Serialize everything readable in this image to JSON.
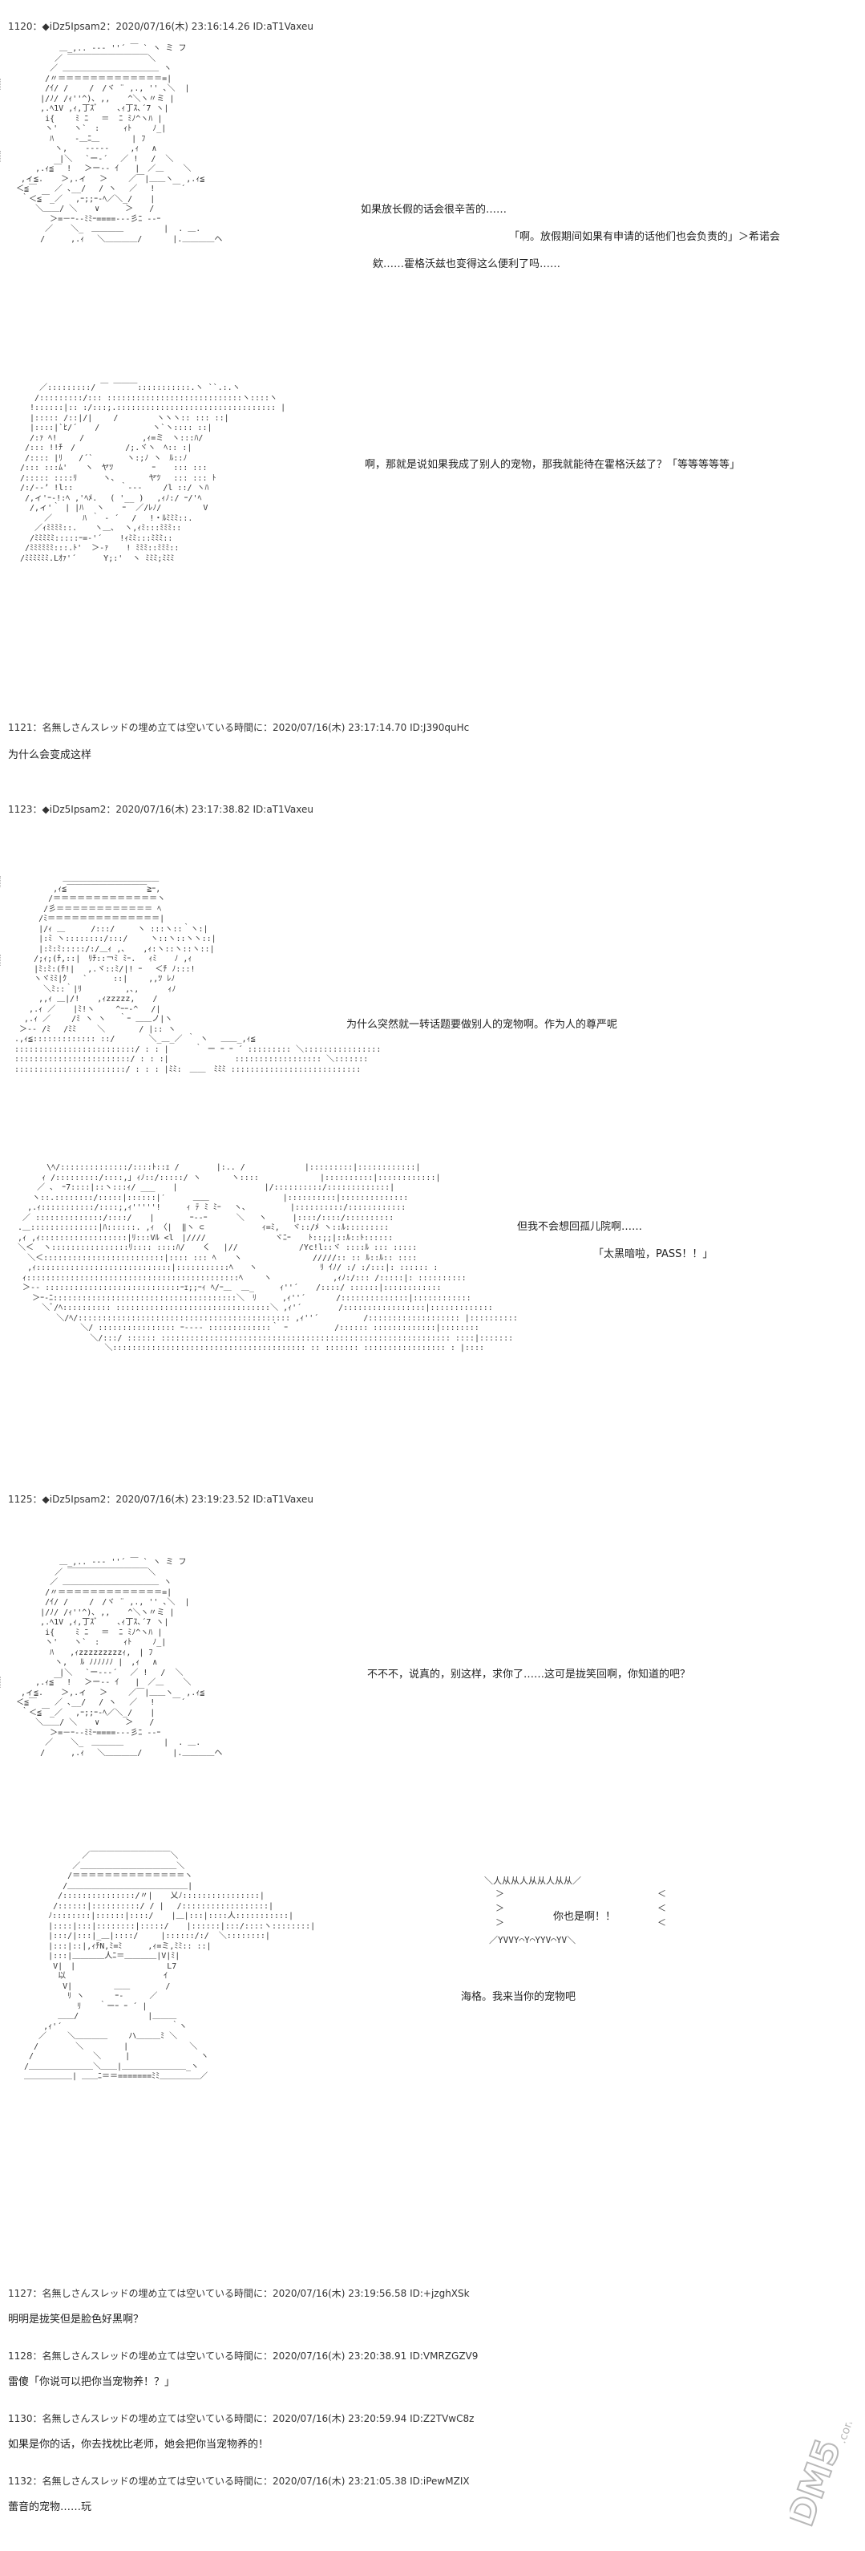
{
  "posts": [
    {
      "header": "1120：◆iDz5Ipsam2：2020/07/16(木) 23:16:14.26 ID:aT1Vaxeu",
      "aa1_lines": [
        "         ＿_,.. -‐‐ ''´ ￣ ` ヽ ミ フ",
        "        ／ ￣￣￣￣￣￣￣￣￣￣＼",
        "       ／ ＿＿＿＿＿＿＿＿＿＿＿＿ ヽ",
        "      /〃＝＝＝＝＝＝＝＝＝＝＝＝＝=|",
        "      /ｲ/ /　　 /　/ヾ ¨ ,., '' ､＼  |",
        "     |/ﾉ/ /ｨ''^)､ ,, 　 ^＼ヽ〃ミ |",
        "     ,.ﾍ1V ,ｨ,丁ｽﾞ    ､ｨ丁ｽ､´7 ヽ|",
        "      i{ 　　ﾐ ﾆ　 ＝  ﾆ ﾐﾉ^ヽﾊ |",
        "      ヽ'　　ヽ`　:　　　ｨﾄ　　 ﾉ_|",
        "       ﾊ　　 ‐＿ﾆ＿　　　　| ﾌ",
        "        ヽ,　  ‐‐‐‐‐　　 ,ｨ　 ∧",
        "         |＼ 　`ー‐´　 ／ !　 /  ＼",
        "    ,.ｨ≦￣ !　 ＞ー‐‐ ｲ　　|　／＿    ＼",
        " ,ィ≦. 　 ＞,.ィ　 ＞　 　／￣|＿＿ヽ　 ,.ｨ≦",
        "＜≦￣ 　 ／ ､__/　 / ヽ　 ／　 ! 　 ￣´",
        " ｀＜≦￣_／　 ,ｰ;;ｰ‐ﾍ／＼_/ 　 |",
        "    ＼＿＿/ ＼ 　 ∨　 　 ＞　　/",
        "       ＞=－ｰ‐‐ﾐﾐｰ====--‐彡ﾆ ‐‐ｰ",
        "      ／ 　 ＼_　＿＿＿＿　　　　　|  . ＿.",
        "     /　 　 ,.ｨ　 ＼＿＿＿＿/ 　 　 |.＿＿＿＿ヘ"
      ],
      "dialog1": [
        "如果放长假的话会很辛苦的……",
        "「啊。放假期间如果有申请的话他们也会负责的」＞希诺会",
        "欸……霍格沃兹也变得这么便利了吗……"
      ],
      "aa2_lines": [
        "    ／:::::::::/ ￣ ￣￣￣:::::::::::.ヽ ``.:.ヽ",
        "   /:::::::::/::: ::::::::::::::::::::::::::::ヽ::::ヽ",
        "  !::::::|:: :/:::;.::::::::::::::::::::::::::::::::: |",
        "  |::::: /::|/|　　 /　 　 　 ヽヽヽ:: ::: ::|",
        "  |::::|`ﾋ/´ 　 /　　　　　　 ヽ`ヽ:::: ::|",
        "  /:ｧ ﾍ!  　 /　　　　　　  ,ｨ=ミ　ヽ:::ﾊ/",
        " /::: !!ﾁ　/　　 　　　 /;.ヾヽ　ﾍ:: :|",
        " /:::: |ﾘ　　/´`　 　　 ヽ:;ﾉ ヽ　ﾙ::ﾉ",
        "/::: :::ﾑ' 　 ヽ　ヤﾂ　 　 　 ｰ　  ::: :::",
        "/::::: ::::ﾘ　 　 ヽ、　 　　 ヤﾂ　 ::: ::: ﾄ",
        "/:/-‐’ !l::　 　  　　｀‐‐‐　　 /l ::/ ヽﾊ",
        " /,ィ'ｰ‐!:ﾍ ,'ﾍﾒ.　 ( '__ )　 ,ｨﾉ:/ ｰ/'ﾍ",
        "  /,ィ'｀ | |ﾊ　 ヽ 　 ｰ  ／/ﾚﾉ/　　　　  V",
        "     ／ 　 　 ﾊ ｀ ‐ ´　 /　 !・ﾙﾐﾐﾐ::.",
        "   ／ｨﾐﾐﾐﾐ::. 　 ヽ＿､  ヽ,ｨﾐ:::ﾐﾐﾐ::",
        "  /ﾐﾐﾐﾐﾐ:::::ｰ=‐'´　  !ｨﾐﾐ:::ﾐﾐﾐ::",
        " /ﾐﾐﾐﾐﾐﾐ:::.ﾄ'  ＞-ｧ  　! ﾐﾐﾐ::ﾐﾐﾐ::",
        "/ﾐﾐﾐﾐﾐﾐ.Lｵｧ'´ 　   Y;:'  ヽ ﾐﾐﾐ;ﾐﾐﾐ"
      ],
      "dialog2": [
        "啊，那就是说如果我成了别人的宠物，那我就能待在霍格沃兹了？「等等等等等」"
      ]
    },
    {
      "header": "1121：名無しさんスレッドの埋め立ては空いている時間に：2020/07/16(木) 23:17:14.70 ID:J390quHc",
      "body": "为什么会变成这样"
    },
    {
      "header": "1123：◆iDz5Ipsam2：2020/07/16(木) 23:17:38.82 ID:aT1Vaxeu",
      "aa1_lines": [
        "          ＿＿＿＿＿＿＿＿＿＿＿＿",
        "        ,ｨ≦￣￣￣￣￣￣￣￣￣￣≧ｰ,",
        "       /＝＝＝＝＝＝＝＝＝＝＝＝＝ヽ",
        "      /彡＝＝＝＝＝＝＝＝＝＝＝＝ ﾍ",
        "     /ﾐ＝＝＝＝＝＝＝＝＝＝＝＝＝＝|",
        "     |/ｨ ＿　　  /:::/ 　  ヽ :::ヽ::｀ヽ:|",
        "     |:ﾐ ヽ::::::::/:::/ 　  ヽ::ヽ::ヽヽ::|",
        "     |:ﾐ:ﾐ:::::/:/＿ｨ ,､ 　 ,ｨ:ヽ::ヽ::ヽ::|",
        "    /;ｨ;(ﾁ,::|　ﾘﾁ::￢ﾐ ﾐｰ.　 ｨﾐ 　 ﾉ ,ｨ",
        "    |ﾐ:ﾐ:(ﾁ!|　 ,.ヾ::ﾐ/|! ｰ　 ＜ﾁ ﾉ:::!",
        "    ヽヾﾐﾐ|ｸ　　`　　  ::|　　 ,,ﾂ ﾚﾉ",
        "      ＼ﾐ::｀|ﾘ　 　  　 ,､,　　　 ｨﾉ",
        "     ,,ｨ ＿|/!　  ,ｨzzzzz,　  /",
        "   ,.ｨ ／ 　 |ﾐ!ヽ　　 ^ｰｰ‐^ 　/|",
        "  ,.ｨ ／　　 /ﾐ ヽ ヽ　 ｀ｰ ＿＿ノ|ヽ",
        " ＞-‐ /ﾐ　 /ﾐﾐ 　　＼ 　　　 / |:: ヽ",
        ".,ｨ≦::::::::::::: ::/ 　　　 ＼_＿_／ ｀ ヽ　 ＿＿_,ｨ≦",
        ":::::::::::::::::::::::::/ : : |　 　 ｀ ー ｰ ｰ ´ ::::::::: ＼::::::::::::::::",
        "::::::::::::::::::::::::/ : : :|　　　　　　 　 :::::::::::::::::: ＼:::::::",
        ":::::::::::::::::::::::/ : : : |ﾐﾐ:　＿＿　ﾐﾐﾐ :::::::::::::::::::::::::::"
      ],
      "dialog1": [
        "为什么突然就一转话题要做别人的宠物啊。作为人的尊严呢"
      ],
      "aa2_lines": [
        "        \\ﾍ/::::::::::::::/::::ﾄ::ｪ /　　　　 |:.. /　　　 　　   |:::::::::|::::::::::::|",
        "       ｨ /:::::::::/::::,｣ ｨﾉ::/:::::/ ヽ　　   ヽ::::　　　   　   |::::::::::|::::::::::::|",
        "      ／ ､　ｰ7::::|::ヽ:::ｨ/ ___　  |　　　　　　　　　   |/::::::::::/:::::::::::::|",
        "     ヽ::.::::::::/:::::|::::::|′   　 ＿＿ 　　　　　　　　 |::::::::::|::::::::::::::",
        "    ,.ｨ:::::::::::/::::;,ｨ'''''!　 　 ｨ ﾃ ﾐ ﾐｰ 　ヽ、  　 　  |::::::::::/::::::::::::",
        "   ／ ::::::::::::::/::::/ 　 | 　　   ｰ‐‐ｰ　　　 ＼   ヽ　　  |::::/::::/::::::::::",
        "  .＿::::::::::::::|ﾊ::::::. ,ｨ 〈|  ‖ヽ ⊂　　　　　　  ｨ=ﾐ,　 ヾ::/ﾒ ヽ::ﾙ:::::::::",
        "  ,ｨ ,ｨ::::::::::::::::::|ﾘ:::Vﾙ <l　|////　 　　  　  　 ヾﾆｰ 　 ﾄ::;;|::ﾙ::ﾄ::::::",
        "  ＼＜  ヽ::::::::::::::::ﾘ:::: ::::ﾊ/ 　 く　 |//　　 　    　 /Yc!l::ヾ ::::ﾙ ::: :::::",
        "    ＼＜:::::::::::::::::::::::::|:::: ::: ﾍ 　 ヽ 　　　　　　　  /////:: :: ﾙ::ﾙ:: ::::",
        "    ,ｨ::::::::::::::::::::::::::::|:::::::::::ﾍ　　ヽ　　　 　　 　 ﾘ ｲﾉ/ :/ :/:::|: :::::: :",
        "   ｨ::::::::::::::::::::::::::::::::::::::::::::ﾍ　　 ヽ 　　 　  　  ,ｨﾉ:/::: /:::::|: ::::::::::",
        "   ＞-‐ ::::::::::::::::::::::::::::ｰｪ;;ｰｨ ﾍ/ｰ＿  ＿_　　  ｨ''´ 　 /::::/ ::::::|::::::::::::",
        "     ＞ｰ‐ﾆ::::::::::::::::::::::::::::::::::::::＼　ﾘ 　　 ,ｨ''´　　   /::::::::::::::|::::::::::::",
        "       ＼ﾞ/ﾍ:::::::::: ::::::::::::::::::::::::::::::::＼ ,ｨ'´　　　　 /:::::::::::::::::|:::::::::::::",
        "          ＼/ﾍ/:::::::::::::::::::::::::::::::::::::::::::: ,ｨ''´　　　　 　/::::::::::::::::::: |::::::::::",
        "               ＼/ :::::::::::::::: ｰ‐‐‐‐ :::::::::::::｀ ｰ 　　 　　 /:::::: :::::::::::::|::::::::",
        "                 ＼/:::/ :::::: :::::::::::::::::::::::::::::::::::::::::::::::::::::::::::: ::::|:::::::",
        "                    ＼:::::::::::::::::::::::::::::::::::::::: :: ::::::: ::::::::::::::::: : |::::"
      ],
      "dialog2": [
        "但我不会想回孤儿院啊……",
        "「太黑暗啦，PASS！！」"
      ]
    },
    {
      "header": "1125：◆iDz5Ipsam2：2020/07/16(木) 23:19:23.52 ID:aT1Vaxeu",
      "aa1_lines": [
        "         ＿_,.. -‐‐ ''´ ￣ ` ヽ ミ フ",
        "        ／ ￣￣￣￣￣￣￣￣￣￣＼",
        "       ／ ＿＿＿＿＿＿＿＿＿＿＿＿ ヽ",
        "      /〃＝＝＝＝＝＝＝＝＝＝＝＝＝=|",
        "      /ｲ/ /　　 /　/ヾ ¨ ,., '' ､＼  |",
        "     |/ﾉ/ /ｨ''^)､ ,, 　 ^＼ヽ〃ミ |",
        "     ,.ﾍ1V ,ｨ,丁ｽﾞ    ､ｨ丁ｽ､´7 ヽ|",
        "      i{ 　　ﾐ ﾆ　 ＝  ﾆ ﾐﾉ^ヽﾊ |",
        "      ヽ'　　ヽ`　:　　　ｨﾄ　　 ﾉ_|",
        "       ﾊ　　,ｨzzzzzzzzzｨ,　| ﾌ",
        "        ヽ,　 ﾙ ﾉﾉﾉﾉﾉﾉ |　,ｨ　 ∧",
        "         |＼ 　`ー‐‐‐´　 ／ !　 /  ＼",
        "    ,.ｨ≦￣ !　 ＞ー‐‐ ｲ　　|　／＿    ＼",
        " ,ィ≦. 　 ＞,.ィ　 ＞　 　／￣|＿＿ヽ　 ,.ｨ≦",
        "＜≦￣ 　 ／ ､__/　 / ヽ　 ／　 ! 　 ￣´",
        " ｀＜≦￣_／　 ,ｰ;;ｰ‐ﾍ／＼_/ 　 |",
        "    ＼＿＿/ ＼ 　 ∨　 　 ＞　　/",
        "       ＞=－ｰ‐‐ﾐﾐｰ====--‐彡ﾆ ‐‐ｰ",
        "      ／ 　 ＼_　＿＿＿＿　　　　　|  . ＿.",
        "     /　 　 ,.ｨ　 ＼＿＿＿＿/ 　 　 |.＿＿＿＿ヘ"
      ],
      "dialog1": [
        "不不不，说真的，别这样，求你了……这可是拢笑回啊，你知道的吧？"
      ],
      "aa2_lines": [
        "            ／￣￣￣￣￣￣￣￣￣￣＼",
        "          ／＿＿＿＿＿＿＿＿＿＿＿＿＼",
        "         /＝＝＝＝＝＝＝＝＝＝＝＝＝＝ヽ",
        "        /＿＿＿＿＿＿＿＿＿＿＿＿＿＿＿|",
        "       /:::::::::::::::/〃|　  乂ﾉ::::::::::::::::|",
        "      /::::::|::::::::::/ / |　 /::::::::::::::::::|",
        "     ﾉ::::::::|::::::|::::/　  |＿|:::|::::人:::::::::::|",
        "     |::::|:::|::::::::|:::::/ 　 |::::::|:::/::::ヽ::::::::|",
        "     |:::/|:::|_＿|::::/　   |::::::/:/  ＼::::::::|",
        "     |:::|::|,ｨﾁN,ﾐ=ﾐ　　  ,ｨ=ミ,ﾐﾐ:: ::|",
        "     |:::|＿＿＿＿人ﾆ＝＿＿＿＿|V|ﾐ|",
        "      V|　|　　　  　　　　　　  L7",
        "       以　　　 　　　　　　　　 ｲ",
        "        V| 　　　　 ＿＿ 　 　  /",
        "         ﾘ ヽ 　 　 ｰ‐ 　　 ／",
        "           ﾘ 　 ｀ーｰ ｰ ´ |",
        "       ＿＿/ 　 　 　 　 　 |＿＿＿",
        "    ,ｨ'´　　　 　 　　　　  　 　 ｀ヽ",
        "   ／　　 ＼＿＿＿＿　　 ハ＿＿＿ﾐ ＼",
        "  /　　　　 ＼　　　　　|　 　   　　  ＼",
        " /　　　　   　 ＼　　　|　　　 　 　　　 ヽ",
        "/＿＿＿＿＿＿＿＿＼＿＿|＿＿＿＿＿＿＿＿_ヽ",
        "＿＿＿＿＿＿| ＿＿ﾆ＝＝=======ﾐﾐ＿＿＿＿＿／"
      ],
      "shout_frame_top": "＼人从从人从从人从从／",
      "shout_frame_side": "＞\n＞\n＞",
      "shout_frame_side_r": "＜\n＜\n＜",
      "shout_frame_bottom": "／YVVY⌒Y⌒YYV⌒YV＼",
      "shout_text": "你也是啊！！",
      "dialog2": [
        "海格。我来当你的宠物吧"
      ]
    }
  ],
  "replies": [
    {
      "header": "1127：名無しさんスレッドの埋め立ては空いている時間に：2020/07/16(木) 23:19:56.58 ID:+jzghXSk",
      "body": "明明是拢笑但是脸色好黑啊？"
    },
    {
      "header": "1128：名無しさんスレッドの埋め立ては空いている時間に：2020/07/16(木) 23:20:38.91 ID:VMRZGZV9",
      "body": "雷傻「你说可以把你当宠物养！？」"
    },
    {
      "header": "1130：名無しさんスレッドの埋め立ては空いている時間に：2020/07/16(木) 23:20:59.94 ID:Z2TVwC8z",
      "body": "如果是你的话，你去找枕比老师，她会把你当宠物养的！"
    },
    {
      "header": "1132：名無しさんスレッドの埋め立ては空いている時間に：2020/07/16(木) 23:21:05.38 ID:iPewMZIX",
      "body": "蕾音的宠物……玩"
    }
  ],
  "watermark": {
    "text_main": "DM5",
    "text_sub": ".com",
    "color": "#b8b8b8"
  }
}
